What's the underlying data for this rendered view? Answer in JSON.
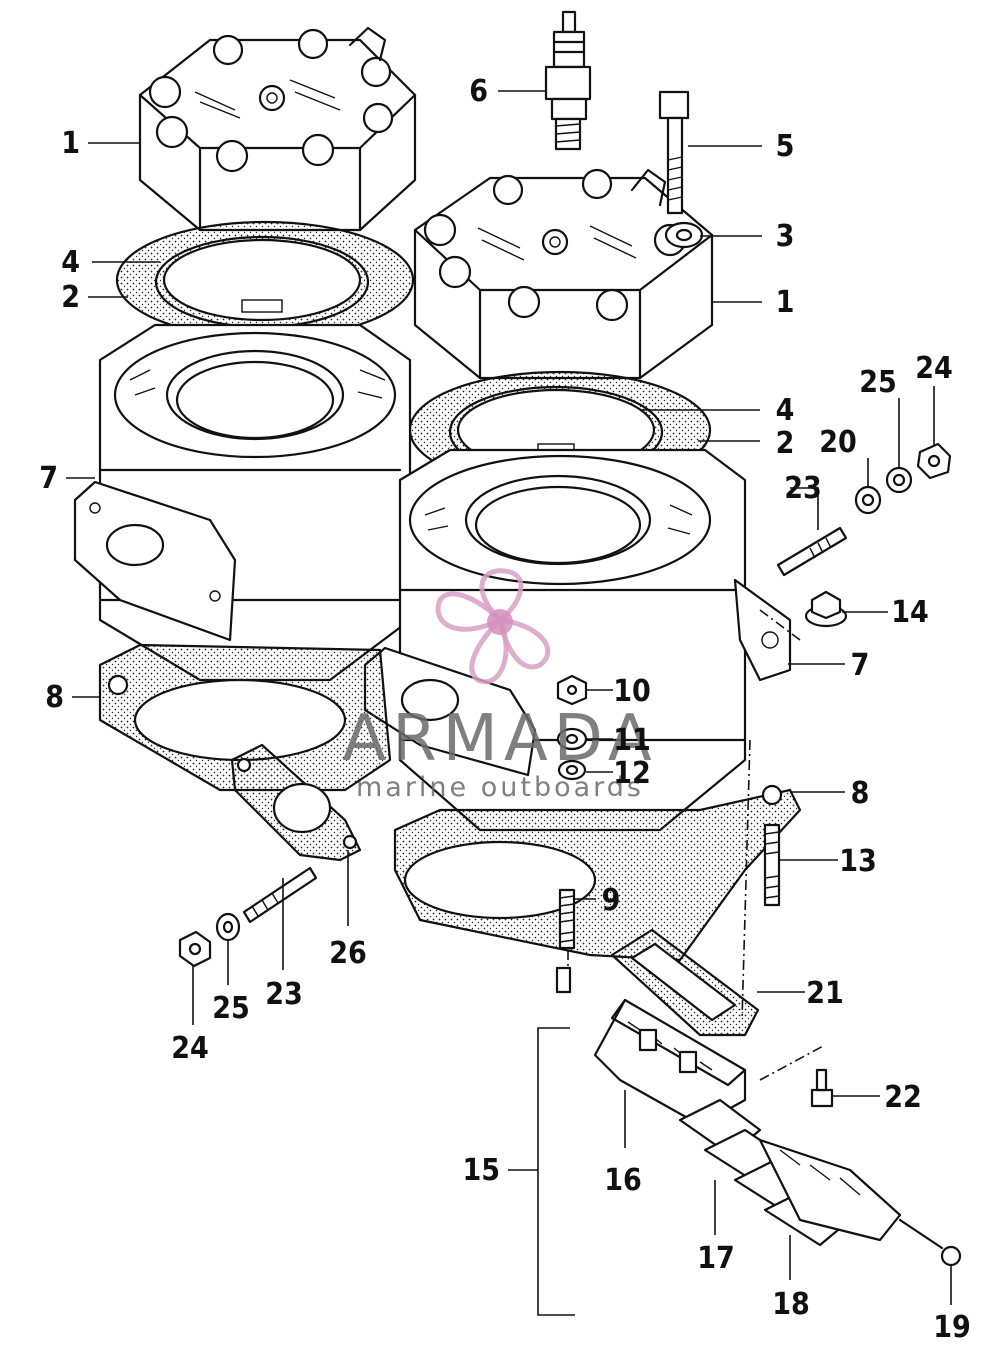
{
  "watermark": {
    "brand": "ARMADA",
    "tagline": "marine outboards",
    "logo_color": "#d58fbd"
  },
  "part_labels": [
    {
      "id": "p1a",
      "text": "1"
    },
    {
      "id": "p1b",
      "text": "1"
    },
    {
      "id": "p2a",
      "text": "2"
    },
    {
      "id": "p2b",
      "text": "2"
    },
    {
      "id": "p3",
      "text": "3"
    },
    {
      "id": "p4a",
      "text": "4"
    },
    {
      "id": "p4b",
      "text": "4"
    },
    {
      "id": "p5",
      "text": "5"
    },
    {
      "id": "p6",
      "text": "6"
    },
    {
      "id": "p7a",
      "text": "7"
    },
    {
      "id": "p7b",
      "text": "7"
    },
    {
      "id": "p8a",
      "text": "8"
    },
    {
      "id": "p8b",
      "text": "8"
    },
    {
      "id": "p9",
      "text": "9"
    },
    {
      "id": "p10",
      "text": "10"
    },
    {
      "id": "p11",
      "text": "11"
    },
    {
      "id": "p12",
      "text": "12"
    },
    {
      "id": "p13",
      "text": "13"
    },
    {
      "id": "p14",
      "text": "14"
    },
    {
      "id": "p15",
      "text": "15"
    },
    {
      "id": "p16",
      "text": "16"
    },
    {
      "id": "p17",
      "text": "17"
    },
    {
      "id": "p18",
      "text": "18"
    },
    {
      "id": "p19",
      "text": "19"
    },
    {
      "id": "p20",
      "text": "20"
    },
    {
      "id": "p21",
      "text": "21"
    },
    {
      "id": "p22",
      "text": "22"
    },
    {
      "id": "p23a",
      "text": "23"
    },
    {
      "id": "p23b",
      "text": "23"
    },
    {
      "id": "p24a",
      "text": "24"
    },
    {
      "id": "p24b",
      "text": "24"
    },
    {
      "id": "p25a",
      "text": "25"
    },
    {
      "id": "p25b",
      "text": "25"
    },
    {
      "id": "p26",
      "text": "26"
    }
  ]
}
